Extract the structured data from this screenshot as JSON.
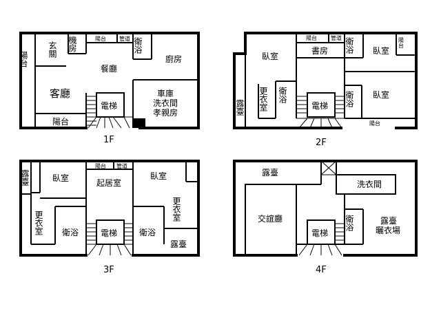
{
  "floors": {
    "f1": {
      "label": "1F",
      "rooms": {
        "balcony_left": "陽台",
        "entrance": "玄關",
        "machine_room": "機房",
        "balcony_top": "陽台",
        "pipe_space": "管道",
        "bathroom": "衛浴",
        "dining": "餐廳",
        "kitchen": "廚房",
        "living": "客廳",
        "elevator": "電梯",
        "garage_multi": "車庫\n洗衣間\n孝親房",
        "balcony_bottom": "陽台"
      }
    },
    "f2": {
      "label": "2F",
      "rooms": {
        "balcony_top": "陽台",
        "pipe_space": "管道",
        "bathroom_top": "衛浴",
        "balcony_right": "陽台",
        "bedroom_left": "臥室",
        "study": "書房",
        "bedroom_top_right": "臥室",
        "closet": "更衣室",
        "bathroom_mid": "衛浴",
        "elevator": "電梯",
        "bathroom_right": "衛浴",
        "bedroom_right": "臥室",
        "terrace": "露臺",
        "balcony_bottom": "陽台"
      }
    },
    "f3": {
      "label": "3F",
      "rooms": {
        "terrace_left": "露臺",
        "bedroom_left": "臥室",
        "balcony_top": "陽台",
        "pipe_space": "管道",
        "family_room": "起居室",
        "bedroom_right": "臥室",
        "closet_left": "更衣室",
        "bathroom_left": "衛浴",
        "elevator": "電梯",
        "bathroom_right": "衛浴",
        "closet_right": "更衣室",
        "terrace_right": "露臺"
      }
    },
    "f4": {
      "label": "4F",
      "rooms": {
        "terrace_top": "露臺",
        "laundry": "洗衣間",
        "social_hall": "交誼廳",
        "elevator": "電梯",
        "bathroom": "衛浴",
        "terrace_drying": "露臺\n曬衣場"
      }
    }
  }
}
